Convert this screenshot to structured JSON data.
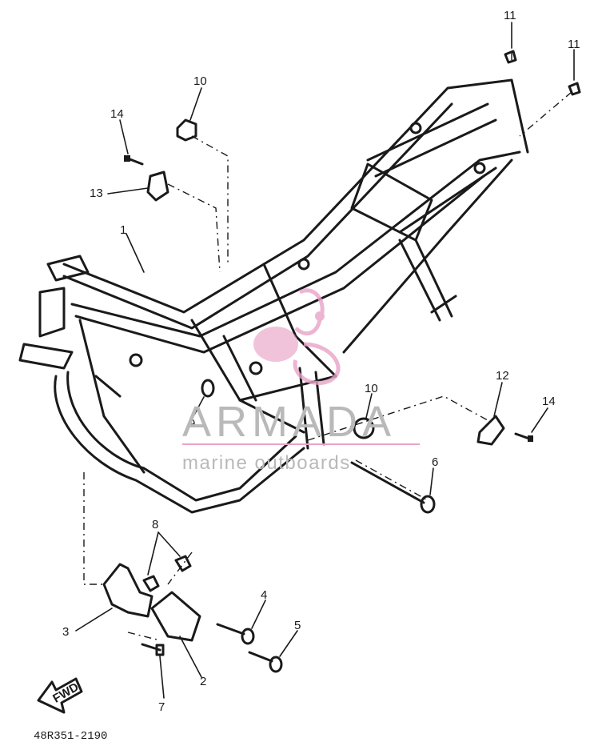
{
  "callouts": [
    {
      "id": "1",
      "label": "1"
    },
    {
      "id": "2",
      "label": "2"
    },
    {
      "id": "3",
      "label": "3"
    },
    {
      "id": "4",
      "label": "4"
    },
    {
      "id": "5",
      "label": "5"
    },
    {
      "id": "6",
      "label": "6"
    },
    {
      "id": "7",
      "label": "7"
    },
    {
      "id": "8",
      "label": "8"
    },
    {
      "id": "9",
      "label": "9"
    },
    {
      "id": "10a",
      "label": "10"
    },
    {
      "id": "10b",
      "label": "10"
    },
    {
      "id": "11a",
      "label": "11"
    },
    {
      "id": "11b",
      "label": "11"
    },
    {
      "id": "12",
      "label": "12"
    },
    {
      "id": "13",
      "label": "13"
    },
    {
      "id": "14a",
      "label": "14"
    },
    {
      "id": "14b",
      "label": "14"
    }
  ],
  "watermark": {
    "brand": "ARMADA",
    "tagline": "marine outboards",
    "logo_color": "#e8a3c8",
    "line_color": "#e8a3c8"
  },
  "direction_arrow": {
    "label": "FWD"
  },
  "diagram_code": "48R351-2190",
  "colors": {
    "ink": "#1a1a1a",
    "watermark_text": "#b9b9b9",
    "watermark_accent": "#e8a3c8"
  }
}
